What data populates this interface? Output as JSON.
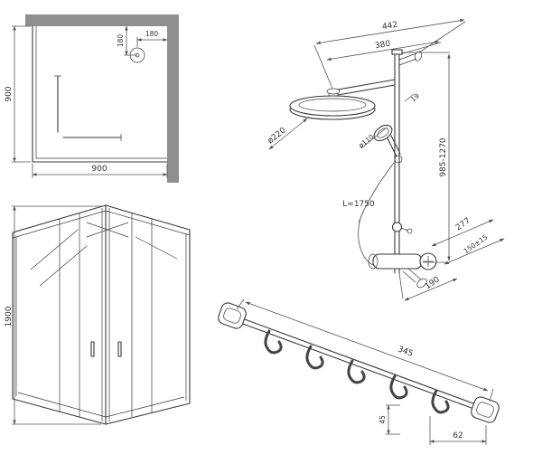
{
  "title": "Shower enclosure and shower system technical drawing",
  "colors": {
    "line": "#3a3a3a",
    "dimension": "#555555",
    "wall_fill": "#8f8f8f",
    "background": "#ffffff"
  },
  "plan_view": {
    "dim_width": "900",
    "dim_depth": "900",
    "dim_drain_offset_v": "180",
    "dim_drain_offset_h": "180"
  },
  "iso_view": {
    "dim_height": "1900"
  },
  "shower_system": {
    "dim_overall_reach": "442",
    "dim_arm_reach": "380",
    "dim_head_diameter": "ø220",
    "dim_hand_diameter": "ø110",
    "dim_pipe": "19",
    "dim_column_height": "985-1270",
    "dim_hose_length": "L=1750",
    "dim_reach": "277",
    "dim_connection": "150±15",
    "dim_bottom_offset": "190"
  },
  "hook_rail": {
    "dim_length": "345",
    "dim_end": "62",
    "dim_height": "45"
  }
}
